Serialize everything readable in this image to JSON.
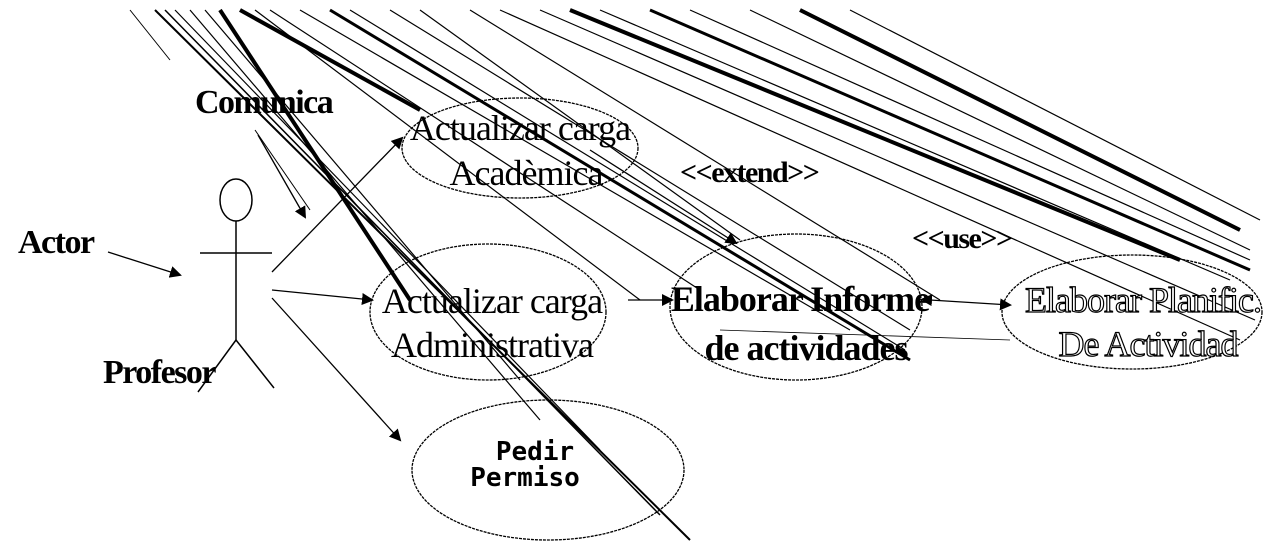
{
  "labels": {
    "comunica": "Comunica",
    "actor": "Actor",
    "profesor": "Profesor",
    "extend": "<<extend>>",
    "use": "<<use>>"
  },
  "use_cases": {
    "academica": {
      "line1": "Actualizar carga",
      "line2": "Acadèmica"
    },
    "administrativa": {
      "line1": "Actualizar carga",
      "line2": "Administrativa"
    },
    "informe": {
      "line1": "Elaborar Informe",
      "line2": "de actividades"
    },
    "planific": {
      "line1": "Elaborar Planific.",
      "line2": "De Actividad"
    },
    "permiso": {
      "line1": "Pedir",
      "line2": "Permiso"
    }
  }
}
